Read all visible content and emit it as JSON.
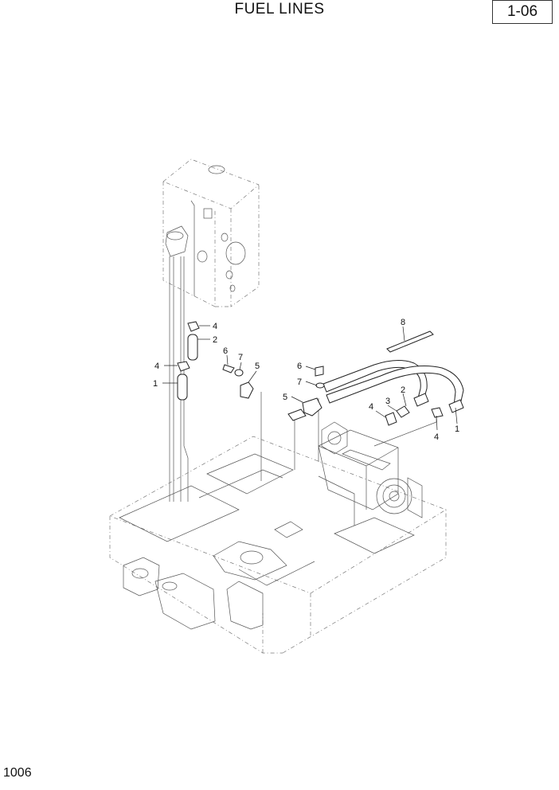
{
  "header": {
    "title": "FUEL LINES",
    "page_code": "1-06"
  },
  "footer": {
    "doc_number": "1006"
  },
  "callouts": {
    "c1": "4",
    "c2": "2",
    "c3": "4",
    "c4": "1",
    "c5": "6",
    "c6": "7",
    "c7": "5",
    "c8": "6",
    "c9": "7",
    "c10": "5",
    "c11": "8",
    "c12": "4",
    "c13": "3",
    "c14": "2",
    "c15": "4",
    "c16": "1"
  }
}
